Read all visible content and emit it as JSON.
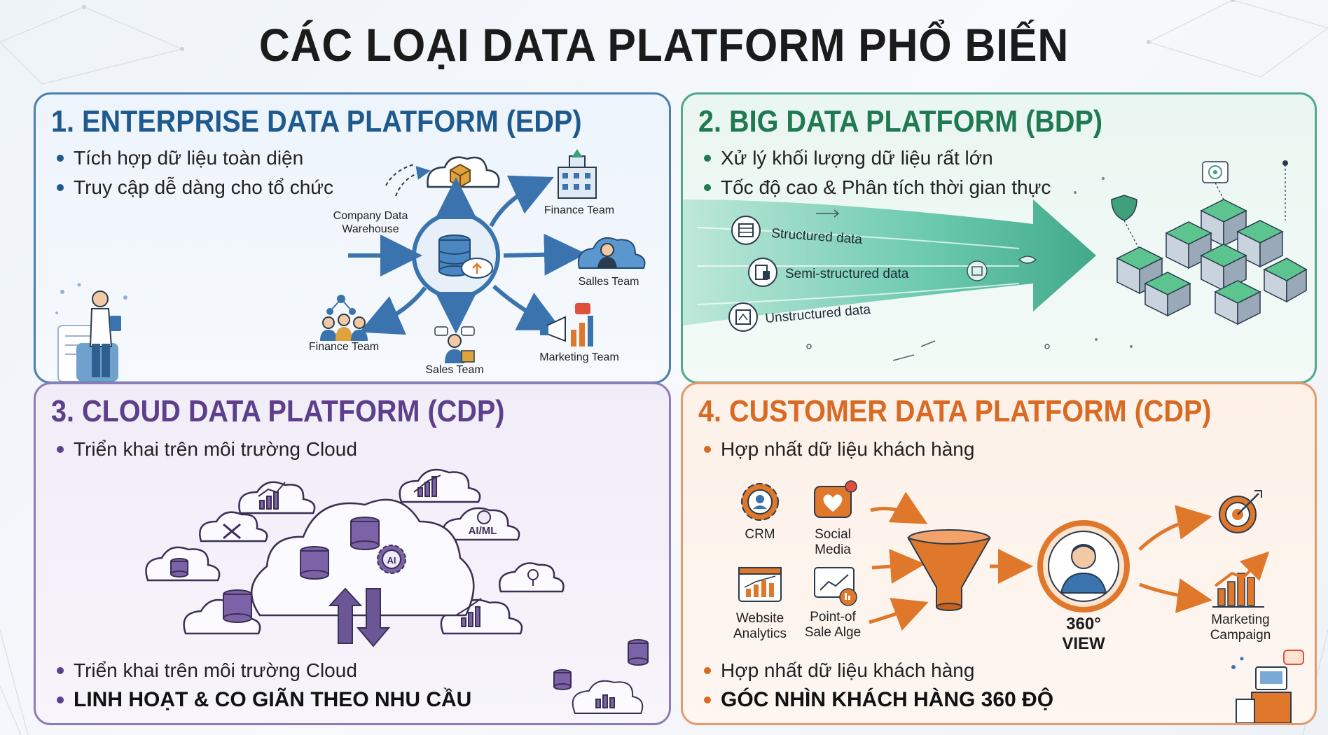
{
  "title": "CÁC LOẠI DATA PLATFORM PHỔ BIẾN",
  "panels": {
    "edp": {
      "title": "1. ENTERPRISE DATA PLATFORM (EDP)",
      "bullets": [
        "Tích hợp dữ liệu toàn diện",
        "Truy cập dễ dàng cho tổ chức"
      ],
      "labels": {
        "warehouse_line1": "Company Data",
        "warehouse_line2": "Warehouse",
        "finance_team_top": "Finance Team",
        "salles_team": "Salles Team",
        "finance_team_left": "Finance Team",
        "sales_team": "Sales Team",
        "marketing_team": "Marketing Team"
      },
      "color": "#1f5a8e"
    },
    "bdp": {
      "title": "2. BIG DATA PLATFORM (BDP)",
      "bullets": [
        "Xử lý khối lượng dữ liệu rất lớn",
        "Tốc độ cao & Phân tích thời gian thực"
      ],
      "labels": {
        "structured": "Structured data",
        "semi_structured": "Semi-structured data",
        "unstructured": "Unstructured data"
      },
      "color": "#1f7a52"
    },
    "cloud": {
      "title": "3. CLOUD DATA PLATFORM (CDP)",
      "bullets_top": [
        "Triển khai trên môi trường Cloud"
      ],
      "bullets_bottom": [
        "Triển khai trên môi trường Cloud"
      ],
      "bullet_strong": "LINH HOẠT & CO GIÃN THEO NHU CẦU",
      "labels": {
        "aiml": "AI/ML",
        "ai": "AI"
      },
      "color": "#5d3f8d"
    },
    "customer": {
      "title": "4. CUSTOMER DATA PLATFORM (CDP)",
      "bullets_top": [
        "Hợp nhất dữ liệu khách hàng"
      ],
      "bullets_bottom": [
        "Hợp nhất dữ liệu khách hàng"
      ],
      "bullet_strong": "GÓC NHÌN KHÁCH HÀNG 360 ĐỘ",
      "labels": {
        "crm": "CRM",
        "social_line1": "Social",
        "social_line2": "Media",
        "website_line1": "Website",
        "website_line2": "Analytics",
        "pos_line1": "Point-of",
        "pos_line2": "Sale Alge",
        "view_line1": "360°",
        "view_line2": "VIEW",
        "campaign_line1": "Marketing",
        "campaign_line2": "Campaign"
      },
      "color": "#d86a24"
    }
  }
}
